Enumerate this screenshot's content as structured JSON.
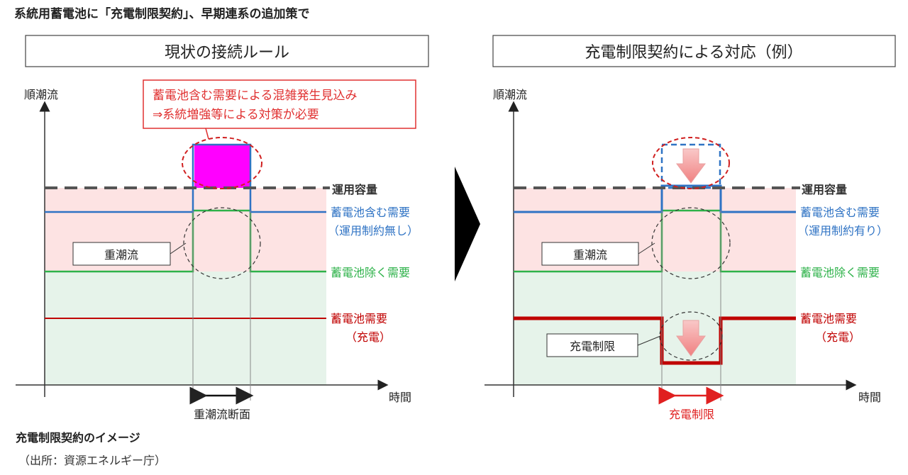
{
  "page": {
    "heading": "系統用蓄電池に「充電制限契約」、早期連系の追加策で",
    "caption": "充電制限契約のイメージ",
    "source": "（出所：資源エネルギー庁）"
  },
  "left_panel": {
    "title": "現状の接続ルール",
    "y_axis_label": "順潮流",
    "x_axis_label": "時間",
    "callout_line1": "蓄電池含む需要による混雑発生見込み",
    "callout_line2": "⇒系統増強等による対策が必要",
    "capacity_label": "運用容量",
    "blue_label_line1": "蓄電池含む需要",
    "blue_label_line2": "（運用制約無し）",
    "green_label": "蓄電池除く需要",
    "red_label_line1": "蓄電池需要",
    "red_label_line2": "（充電）",
    "box_label": "重潮流",
    "bottom_label": "重潮流断面"
  },
  "arrow_icon": "right-triangle-arrow",
  "right_panel": {
    "title": "充電制限契約による対応（例）",
    "y_axis_label": "順潮流",
    "x_axis_label": "時間",
    "capacity_label": "運用容量",
    "blue_label_line1": "蓄電池含む需要",
    "blue_label_line2": "（運用制約有り）",
    "green_label": "蓄電池除く需要",
    "red_label_line1": "蓄電池需要",
    "red_label_line2": "（充電）",
    "box_label_heavy": "重潮流",
    "box_label_limit": "充電制限",
    "bottom_label": "充電制限"
  },
  "colors": {
    "blue": "#2f73c4",
    "green": "#2eb24a",
    "red": "#c00000",
    "magenta": "#ff00ff",
    "pink_fill": "#fde3e3",
    "green_fill": "#e6f3ea",
    "callout_red": "#e03030"
  }
}
